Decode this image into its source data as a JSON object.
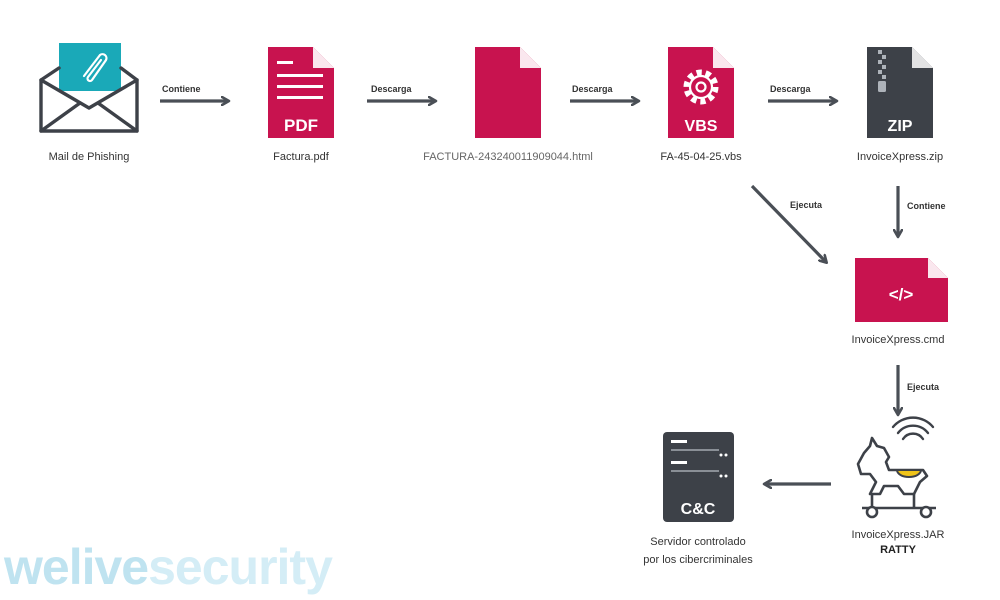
{
  "colors": {
    "crimson": "#c8134f",
    "dark_gray": "#3d4148",
    "teal": "#1aa9b8",
    "arrow": "#4a4f56",
    "watermark": "#bfe3f0"
  },
  "nodes": {
    "mail": {
      "icon": "envelope-with-paperclip-icon",
      "label": "Mail de Phishing"
    },
    "pdf": {
      "icon": "pdf-file-icon",
      "badge": "PDF",
      "label": "Factura.pdf"
    },
    "html": {
      "icon": "blank-file-icon",
      "label": "FACTURA-243240011909044.html"
    },
    "vbs": {
      "icon": "vbs-gear-file-icon",
      "badge": "VBS",
      "label": "FA-45-04-25.vbs"
    },
    "zip": {
      "icon": "zip-file-icon",
      "badge": "ZIP",
      "label": "InvoiceXpress.zip"
    },
    "cmd": {
      "icon": "code-file-icon",
      "badge": "</>",
      "label": "InvoiceXpress.cmd"
    },
    "jar": {
      "icon": "trojan-horse-icon",
      "label": "InvoiceXpress.JAR",
      "sublabel": "RATTY"
    },
    "cc": {
      "icon": "server-icon",
      "badge": "C&C",
      "label_line1": "Servidor controlado",
      "label_line2": "por los cibercriminales"
    }
  },
  "edges": {
    "mail_pdf": "Contiene",
    "pdf_html": "Descarga",
    "html_vbs": "Descarga",
    "vbs_zip": "Descarga",
    "vbs_cmd": "Ejecuta",
    "zip_cmd": "Contiene",
    "cmd_jar": "Ejecuta"
  },
  "watermark": {
    "part1": "welive",
    "part2": "security"
  }
}
